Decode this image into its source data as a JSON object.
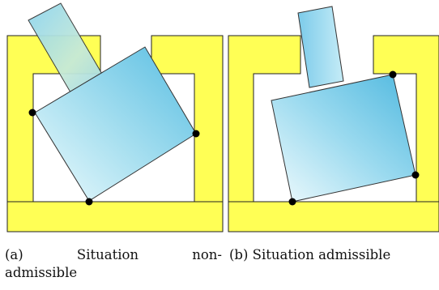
{
  "figure": {
    "panels": [
      {
        "id": "a",
        "caption_tag": "(a)",
        "caption_word1": "Situation",
        "caption_word2": "non-",
        "caption_line2": "admissible"
      },
      {
        "id": "b",
        "caption": "(b) Situation admissible"
      }
    ],
    "colors": {
      "frame_fill": "#ffff55",
      "frame_stroke": "#222222",
      "block_light": "#e8f8fb",
      "block_dark": "#5bc0e4",
      "contact_point": "#000000"
    }
  }
}
